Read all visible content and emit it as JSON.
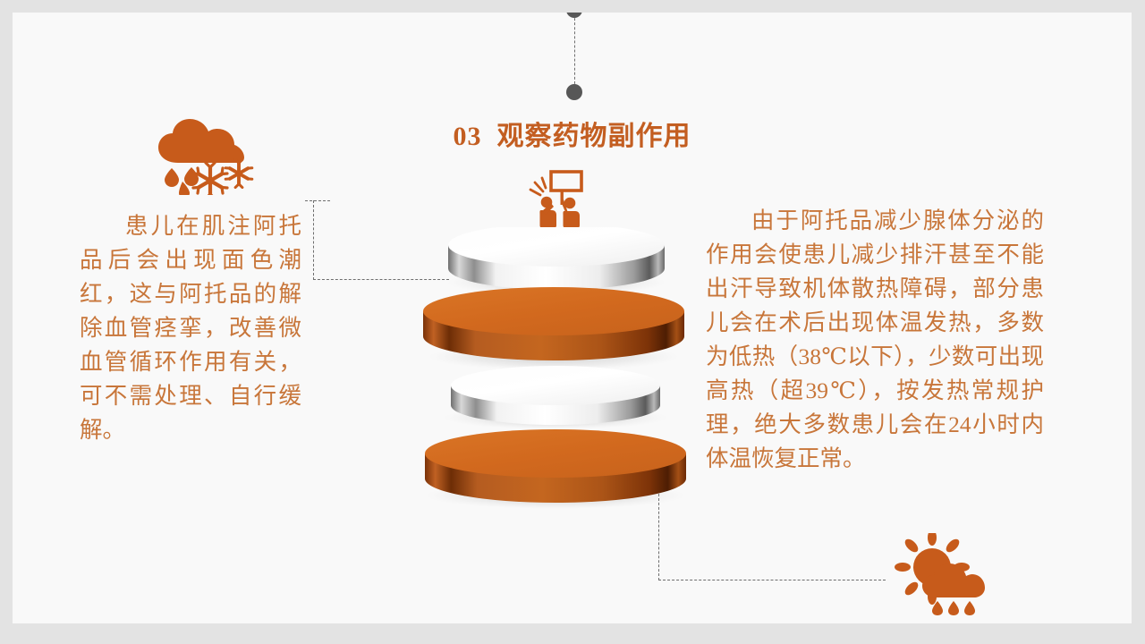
{
  "slide": {
    "background_color": "#f9f9f9",
    "frame_color": "#e3e3e3",
    "accent_color": "#d2691e",
    "title_color": "#c35e21",
    "body_text_color": "#c8763a",
    "connector_color": "#6e6e6e",
    "node_dot_color": "#575757"
  },
  "header": {
    "section_number": "03",
    "title": "03  观察药物副作用"
  },
  "content": {
    "left_paragraph": "患儿在肌注阿托品后会出现面色潮红，这与阿托品的解除血管痉挛，改善微血管循环作用有关，可不需处理、自行缓解。",
    "right_paragraph": "由于阿托品减少腺体分泌的作用会使患儿减少排汗甚至不能出汗导致机体散热障碍，部分患儿会在术后出现体温发热，多数为低热（38℃以下），少数可出现高热（超39℃），按发热常规护理，绝大多数患儿会在24小时内体温恢复正常。"
  },
  "icons": {
    "top_left": "cloud-rain-snow-icon",
    "bottom_right": "sun-cloud-rain-icon",
    "center_top": "people-with-sign-icon"
  },
  "diagram": {
    "type": "stacked-discs",
    "disc_count": 4,
    "discs": [
      {
        "index": 1,
        "color": "white",
        "label": ""
      },
      {
        "index": 2,
        "color": "orange",
        "label": ""
      },
      {
        "index": 3,
        "color": "white",
        "label": ""
      },
      {
        "index": 4,
        "color": "orange",
        "label": ""
      }
    ],
    "connector_dots": 2
  }
}
